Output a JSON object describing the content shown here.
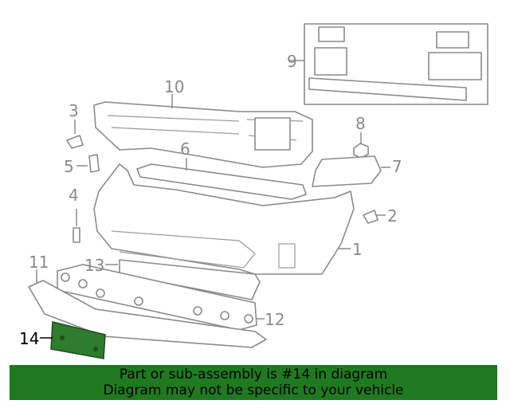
{
  "callouts": {
    "c1": "1",
    "c2": "2",
    "c3": "3",
    "c4": "4",
    "c5": "5",
    "c6": "6",
    "c7": "7",
    "c8": "8",
    "c9": "9",
    "c10": "10",
    "c11": "11",
    "c12": "12",
    "c13": "13",
    "c14": "14"
  },
  "highlighted_part": "14",
  "highlight_color": "#1f7a1f",
  "banner": {
    "line1": "Part or sub-assembly is #14 in diagram",
    "line2": "Diagram may not be specific to your vehicle"
  }
}
